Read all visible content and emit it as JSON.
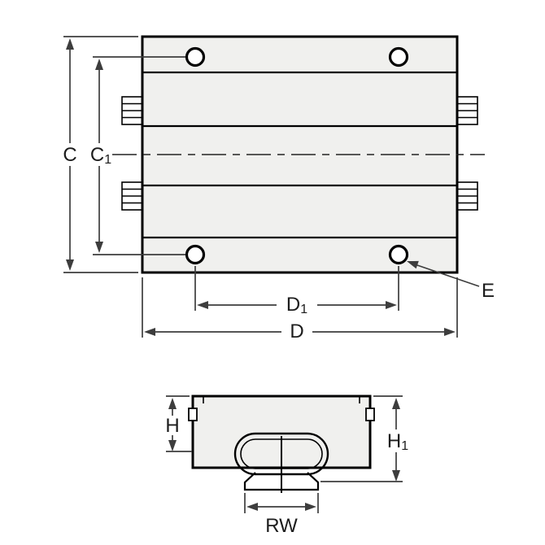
{
  "colors": {
    "part_fill": "#f0f0ee",
    "outline": "#000000",
    "dimension": "#3d3d3d"
  },
  "views": {
    "top": {
      "labels": {
        "c": {
          "base": "C",
          "sub": ""
        },
        "c1": {
          "base": "C",
          "sub": "1"
        },
        "d1": {
          "base": "D",
          "sub": "1"
        },
        "d": {
          "base": "D",
          "sub": ""
        },
        "e": {
          "base": "E",
          "sub": ""
        }
      }
    },
    "front": {
      "labels": {
        "h": {
          "base": "H",
          "sub": ""
        },
        "h1": {
          "base": "H",
          "sub": "1"
        },
        "rw": {
          "base": "RW",
          "sub": ""
        }
      }
    }
  }
}
